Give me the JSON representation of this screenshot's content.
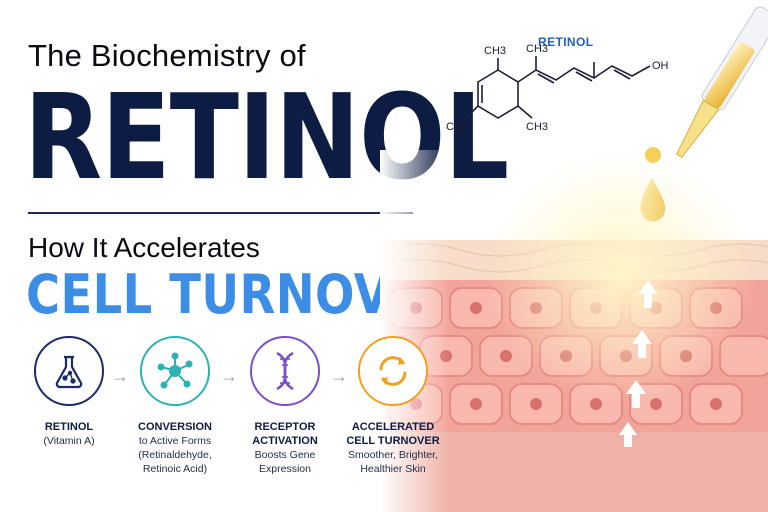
{
  "title": {
    "line1": "The Biochemistry of",
    "main": "RETINOL",
    "subtitle": "How It Accelerates",
    "highlight": "CELL TURNOVER"
  },
  "molecule": {
    "label": "RETINOL",
    "groups": [
      "CH3",
      "CH3",
      "CH3",
      "CH3",
      "OH"
    ]
  },
  "steps": [
    {
      "icon": "flask-icon",
      "title": "RETINOL",
      "desc": [
        "(Vitamin A)"
      ],
      "color": "#1b2a6b"
    },
    {
      "icon": "molecule-network-icon",
      "title": "CONVERSION",
      "desc": [
        "to Active Forms",
        "(Retinaldehyde,",
        "Retinoic Acid)"
      ],
      "color": "#2bb3b3"
    },
    {
      "icon": "dna-icon",
      "title": "RECEPTOR",
      "title2": "ACTIVATION",
      "desc": [
        "Boosts Gene",
        "Expression"
      ],
      "color": "#7b4fc9"
    },
    {
      "icon": "refresh-cycle-icon",
      "title": "ACCELERATED",
      "title2": "CELL TURNOVER",
      "desc": [
        "Smoother, Brighter,",
        "Healthier Skin"
      ],
      "color": "#f2a020"
    }
  ],
  "colors": {
    "navy": "#0d1c42",
    "blue": "#3b8de6",
    "skin": "#f5a7a0",
    "oil": "#e9b21b"
  }
}
